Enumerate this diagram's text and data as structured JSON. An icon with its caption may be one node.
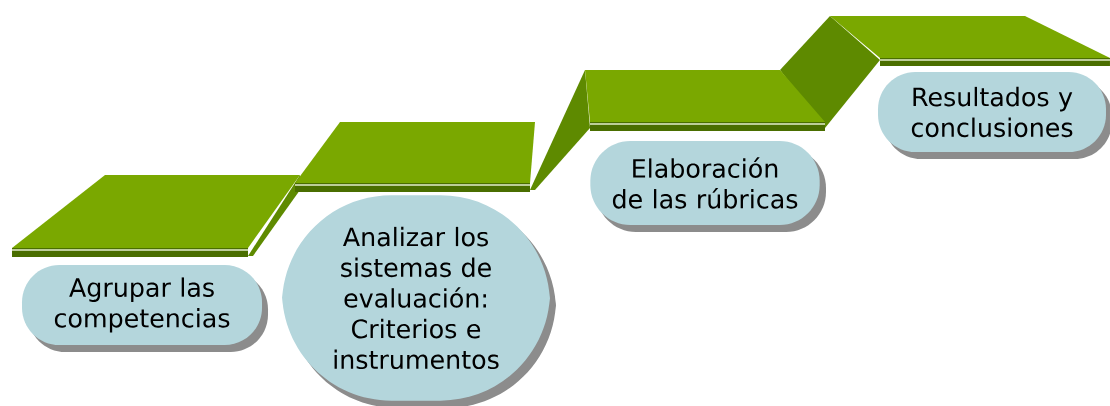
{
  "diagram": {
    "nodes": [
      {
        "text": [
          "Agrupar las competencias"
        ]
      },
      {
        "text": [
          "Analizar los sistemas de evaluación: Criterios e instrumentos"
        ]
      },
      {
        "text": [
          "Elaboración de las rúbricas"
        ]
      },
      {
        "text": [
          "Resultados y conclusiones"
        ]
      }
    ]
  }
}
